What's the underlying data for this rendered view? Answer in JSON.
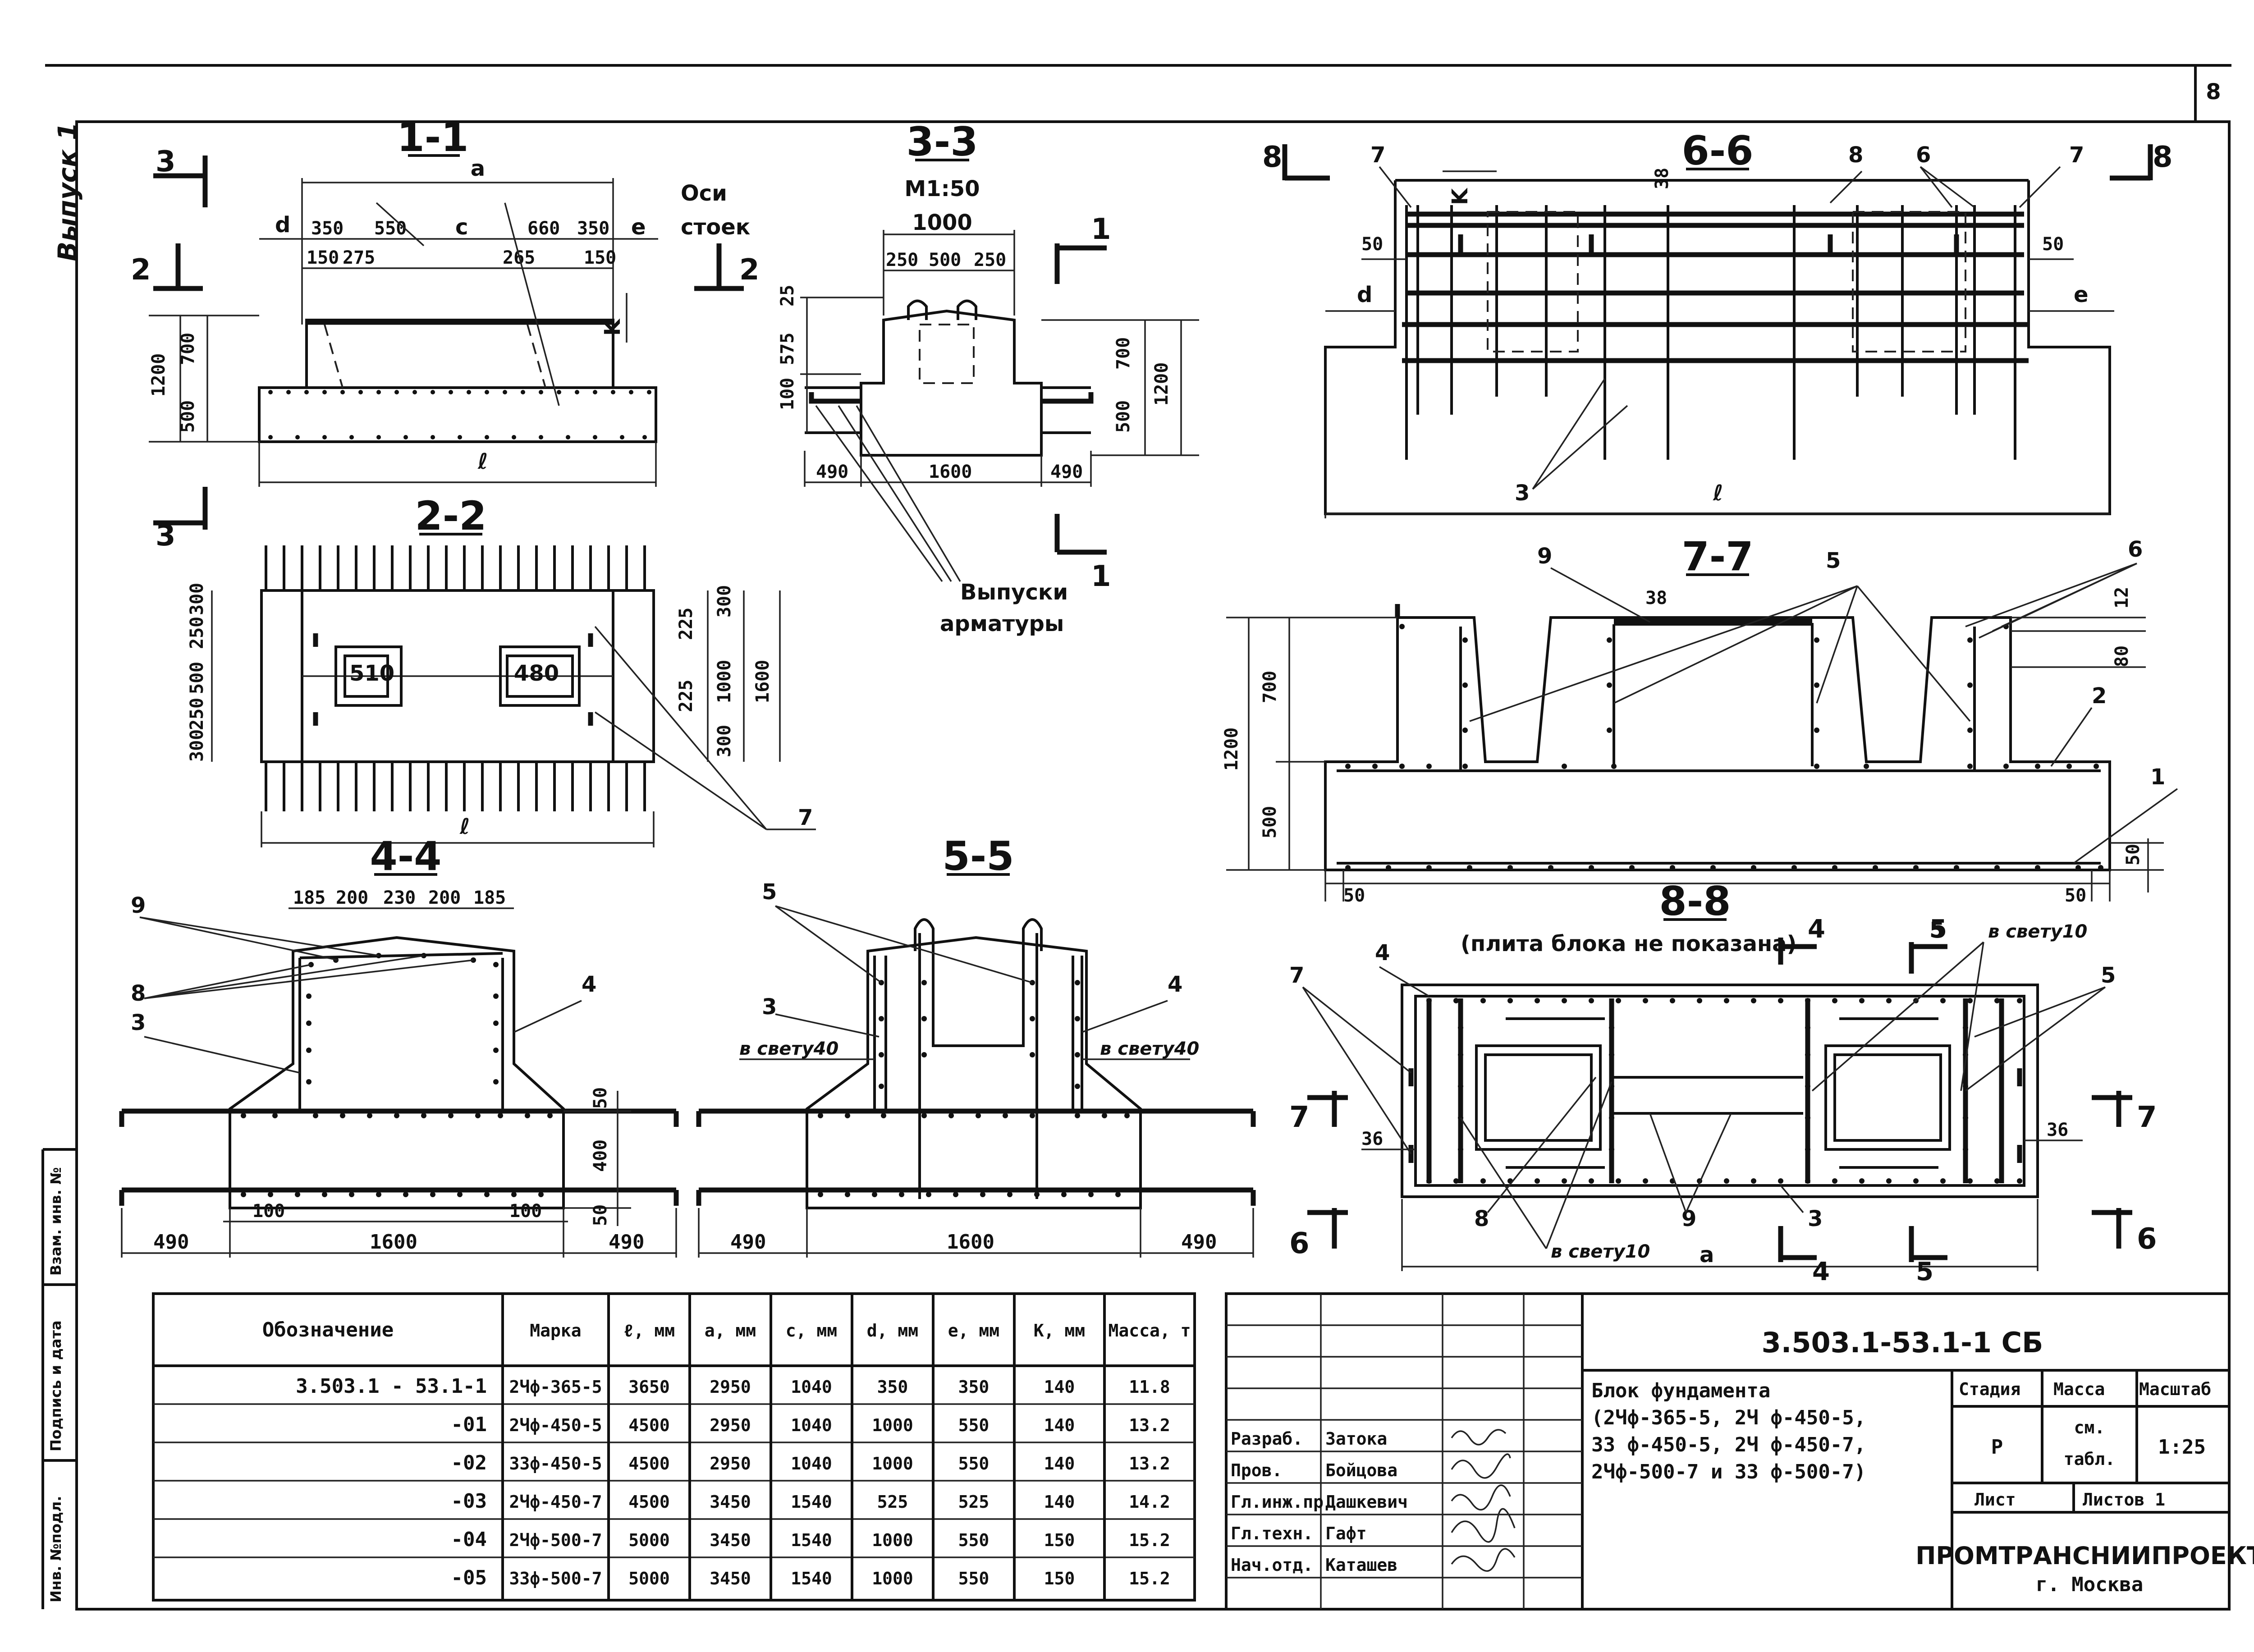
{
  "sheet": {
    "page_number": "8",
    "side_note": "Выпуск 1",
    "side_stamps": [
      "Инв. №подл.",
      "Подпись и дата",
      "Взам. инв. №"
    ]
  },
  "sections": {
    "s11": "1-1",
    "s22": "2-2",
    "s33": "3-3",
    "s33_scale": "М1:50",
    "s44": "4-4",
    "s55": "5-5",
    "s66": "6-6",
    "s77": "7-7",
    "s88": "8-8",
    "s88_note": "(плита блока не показана)"
  },
  "cut_marks": {
    "m1": "1",
    "m2": "2",
    "m3": "3",
    "m4": "4",
    "m5": "5",
    "m6": "6",
    "m7": "7",
    "m8": "8"
  },
  "labels": {
    "a": "a",
    "c": "c",
    "d": "d",
    "e": "e",
    "l": "ℓ",
    "k": "K",
    "axes": "Оси",
    "axes2": "стоек",
    "rebar_out": "Выпуски",
    "rebar_out2": "арматуры",
    "clear40": "в свету40",
    "clear10": "в свету10",
    "p1": "1",
    "p2": "2",
    "p3": "3",
    "p4": "4",
    "p5": "5",
    "p6": "6",
    "p7": "7",
    "p8": "8",
    "p9": "9"
  },
  "dims_11": {
    "d350": "350",
    "d550": "550",
    "d660": "660",
    "d350b": "350",
    "d150": "150",
    "d275": "275",
    "d265": "265",
    "d150b": "150",
    "h700": "700",
    "h500": "500",
    "h1200": "1200"
  },
  "dims_33": {
    "w1000": "1000",
    "w250": "250",
    "w500": "500",
    "w250b": "250",
    "w490": "490",
    "w1600": "1600",
    "w490b": "490",
    "h25": "25",
    "h575": "575",
    "h100": "100",
    "h700": "700",
    "h500": "500",
    "h1200": "1200"
  },
  "dims_22": {
    "v300": "300",
    "v250": "250",
    "v500": "500",
    "v250b": "250",
    "v300b": "300",
    "r225": "225",
    "r225b": "225",
    "r300": "300",
    "r300b": "300",
    "r1000": "1000",
    "r1600": "1600",
    "w510": "510",
    "w480": "480"
  },
  "dims_44": {
    "t185": "185",
    "t200": "200",
    "t230": "230",
    "t200b": "200",
    "t185b": "185",
    "h50": "50",
    "h400": "400",
    "h50b": "50",
    "b100": "100",
    "b100b": "100",
    "b490": "490",
    "b1600": "1600",
    "b490b": "490"
  },
  "dims_55": {
    "b490": "490",
    "b1600": "1600",
    "b490b": "490"
  },
  "dims_66": {
    "v38": "38",
    "v50": "50",
    "v50b": "50"
  },
  "dims_77": {
    "v38": "38",
    "v12": "12",
    "v80": "80",
    "h700": "700",
    "h500": "500",
    "h1200": "1200",
    "b50": "50",
    "b50b": "50",
    "r50": "50"
  },
  "dims_88": {
    "d36": "36",
    "d36b": "36"
  },
  "spec_table": {
    "headers": [
      "Обозначение",
      "Марка",
      "ℓ, мм",
      "a, мм",
      "c, мм",
      "d, мм",
      "e, мм",
      "K, мм",
      "Масса, т"
    ],
    "rows": [
      [
        "3.503.1 - 53.1-1",
        "2Чф-365-5",
        "3650",
        "2950",
        "1040",
        "350",
        "350",
        "140",
        "11.8"
      ],
      [
        "-01",
        "2Чф-450-5",
        "4500",
        "2950",
        "1040",
        "1000",
        "550",
        "140",
        "13.2"
      ],
      [
        "-02",
        "33ф-450-5",
        "4500",
        "2950",
        "1040",
        "1000",
        "550",
        "140",
        "13.2"
      ],
      [
        "-03",
        "2Чф-450-7",
        "4500",
        "3450",
        "1540",
        "525",
        "525",
        "140",
        "14.2"
      ],
      [
        "-04",
        "2Чф-500-7",
        "5000",
        "3450",
        "1540",
        "1000",
        "550",
        "150",
        "15.2"
      ],
      [
        "-05",
        "33ф-500-7",
        "5000",
        "3450",
        "1540",
        "1000",
        "550",
        "150",
        "15.2"
      ]
    ]
  },
  "title_block": {
    "code": "3.503.1-53.1-1 СБ",
    "title_lines": [
      "Блок фундамента",
      "(2Чф-365-5, 2Ч ф-450-5,",
      "33 ф-450-5, 2Ч ф-450-7,",
      "2Чф-500-7 и 33 ф-500-7)"
    ],
    "roles": [
      "Разраб.",
      "Пров.",
      "Гл.инж.пр.",
      "Гл.техн.",
      "Нач.отд."
    ],
    "names": [
      "Затока",
      "Бойцова",
      "Дашкевич",
      "Гафт",
      "Каташев"
    ],
    "stage_hdr": "Стадия",
    "mass_hdr": "Масса",
    "scale_hdr": "Масштаб",
    "stage": "Р",
    "mass_1": "см.",
    "mass_2": "табл.",
    "scale": "1:25",
    "sheet": "Лист",
    "sheets": "Листов 1",
    "org": "ПРОМТРАНСНИИПРОЕКТ",
    "city": "г. Москва"
  }
}
